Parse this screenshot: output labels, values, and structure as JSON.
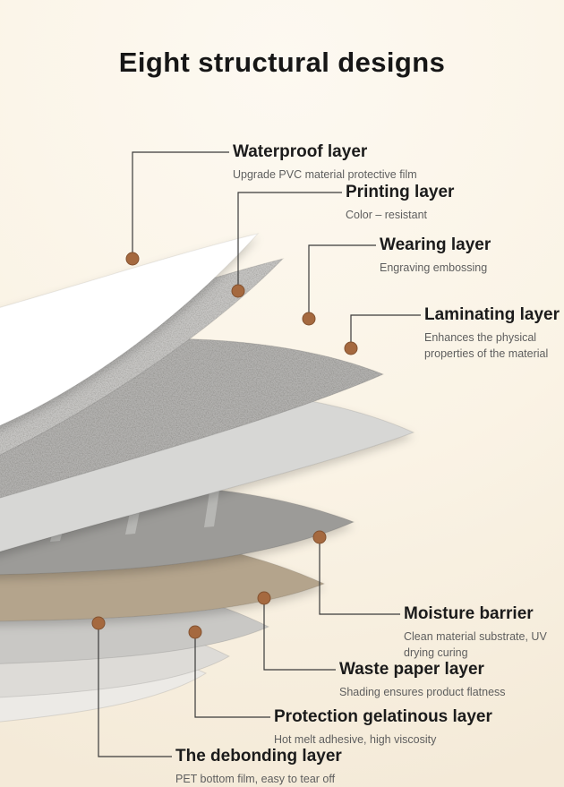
{
  "page": {
    "title": "Eight structural designs"
  },
  "colors": {
    "background": "#faf3e5",
    "dot": "#a5693f",
    "dot_edge": "#835230",
    "line": "#3a3a3a",
    "title_text": "#1b1b1b",
    "subtitle_text": "#5e5e5e"
  },
  "callouts": [
    {
      "title": "Waterproof layer",
      "subtitle": "Upgrade PVC material protective film"
    },
    {
      "title": "Printing layer",
      "subtitle": "Color – resistant"
    },
    {
      "title": "Wearing layer",
      "subtitle": "Engraving embossing"
    },
    {
      "title": "Laminating layer",
      "subtitle": "Enhances the physical properties of the material"
    },
    {
      "title": "Moisture barrier",
      "subtitle": "Clean material substrate, UV drying curing"
    },
    {
      "title": "Waste paper layer",
      "subtitle": "Shading ensures product flatness"
    },
    {
      "title": "Protection gelatinous layer",
      "subtitle": "Hot melt adhesive, high viscosity"
    },
    {
      "title": "The debonding layer",
      "subtitle": "PET bottom film, easy to tear off"
    }
  ],
  "layers": [
    {
      "name": "Waterproof layer sheet",
      "color": "#ffffff"
    },
    {
      "name": "Printing layer sheet",
      "color": "#c7c6c4"
    },
    {
      "name": "Wearing layer sheet",
      "color": "#b3b2b0"
    },
    {
      "name": "Laminating layer sheet",
      "color": "#d7d7d5"
    },
    {
      "name": "Moisture barrier sheet",
      "color": "#9c9b98"
    },
    {
      "name": "Waste paper layer sheet",
      "color": "#b4a48c"
    },
    {
      "name": "Protection gelatinous layer sheet",
      "color": "#c9c8c5"
    },
    {
      "name": "Debonding layer sheet",
      "color": "#dddbd7"
    },
    {
      "name": "Bottom film sheet",
      "color": "#eceae6"
    }
  ]
}
